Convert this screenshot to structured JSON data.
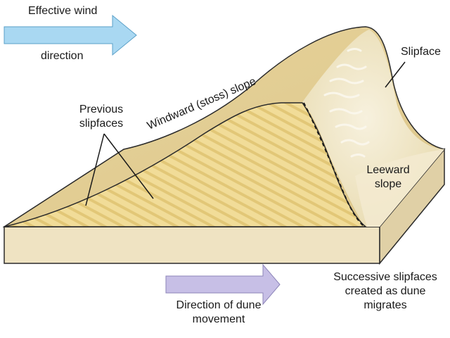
{
  "labels": {
    "wind_line1": "Effective wind",
    "wind_line2": "direction",
    "slipface": "Slipface",
    "windward": "Windward (stoss) slope",
    "previous_line1": "Previous",
    "previous_line2": "slipfaces",
    "leeward_line1": "Leeward",
    "leeward_line2": "slope",
    "movement_line1": "Direction of dune",
    "movement_line2": "movement",
    "successive_line1": "Successive slipfaces",
    "successive_line2": "created as dune",
    "successive_line3": "migrates"
  },
  "colors": {
    "wind_arrow": "#a9d8f2",
    "movement_arrow": "#c7bfe6",
    "sand_surface": "#e9d8a2",
    "sand_stripes": "#f3df94",
    "slipface_light": "#f4ecd2",
    "base_block": "#eee1bd",
    "outline": "#2b2b2b"
  }
}
